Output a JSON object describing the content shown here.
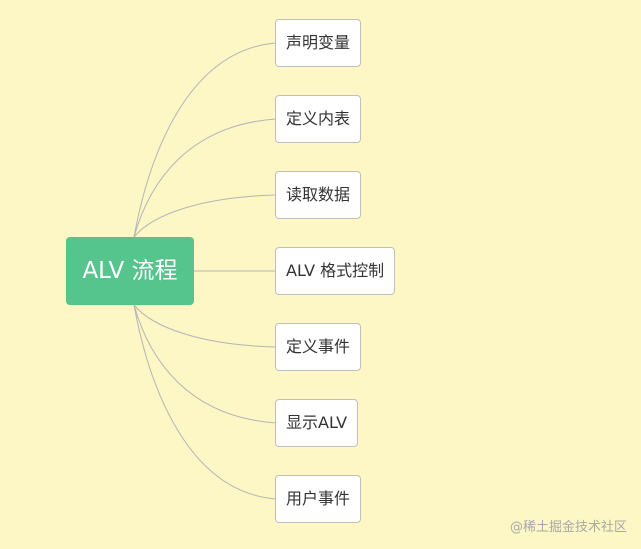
{
  "root": {
    "label": "ALV 流程"
  },
  "children": [
    {
      "label": "声明变量"
    },
    {
      "label": "定义内表"
    },
    {
      "label": "读取数据"
    },
    {
      "label": "ALV 格式控制"
    },
    {
      "label": "定义事件"
    },
    {
      "label": "显示ALV"
    },
    {
      "label": "用户事件"
    }
  ],
  "watermark": {
    "text": "@稀土掘金技术社区"
  },
  "colors": {
    "background": "#fdf6c5",
    "root_fill": "#55c48d",
    "child_fill": "#ffffff",
    "child_border": "#bfbfbf",
    "connector": "#b5b5b5"
  }
}
